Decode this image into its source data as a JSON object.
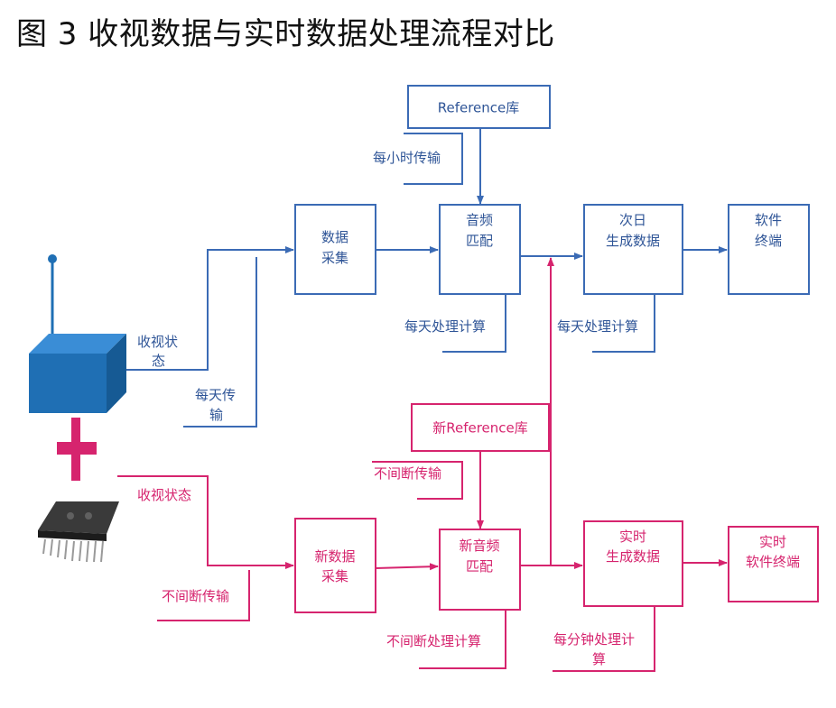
{
  "title": "图 3 收视数据与实时数据处理流程对比",
  "colors": {
    "daily": "#3b6bb5",
    "daily_text": "#2f5597",
    "realtime": "#d6246e",
    "device": "#1f6fb4",
    "plus": "#d6246e"
  },
  "daily": {
    "reference_db": "Reference库",
    "hourly_transfer": "每小时传输",
    "collect": [
      "数据",
      "采集"
    ],
    "match": [
      "音频",
      "匹配"
    ],
    "generate": [
      "次日",
      "生成数据"
    ],
    "terminal": [
      "软件",
      "终端"
    ],
    "match_compute": "每天处理计算",
    "generate_compute": "每天处理计算",
    "view_status": [
      "收视状",
      "态"
    ],
    "daily_transfer": [
      "每天传",
      "输"
    ]
  },
  "realtime": {
    "reference_db": "新Reference库",
    "continuous_transfer": "不间断传输",
    "collect": [
      "新数据",
      "采集"
    ],
    "match": [
      "新音频",
      "匹配"
    ],
    "generate": [
      "实时",
      "生成数据"
    ],
    "terminal": [
      "实时",
      "软件终端"
    ],
    "match_compute": "不间断处理计算",
    "generate_compute": [
      "每分钟处理计",
      "算"
    ],
    "view_status": "收视状态",
    "uninterrupted_transfer": "不间断传输"
  },
  "icons": {
    "device": "set-top-box-icon",
    "plus": "plus-icon",
    "chip": "microchip-icon"
  }
}
